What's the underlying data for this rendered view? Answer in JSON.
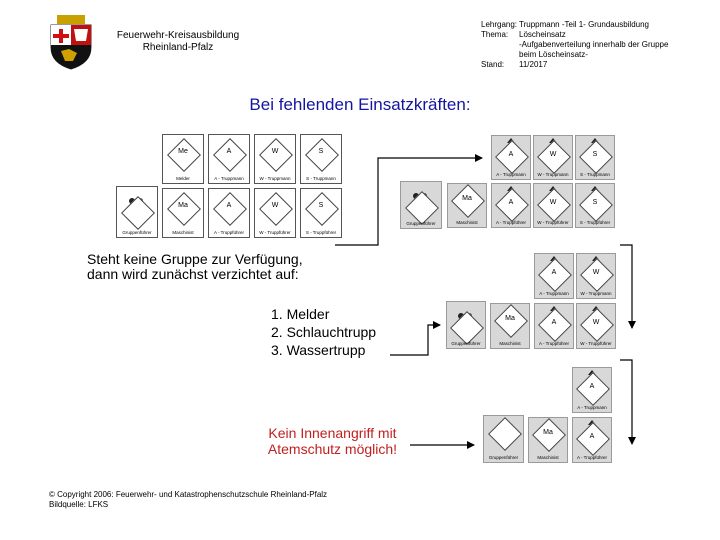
{
  "header": {
    "org_line1": "Feuerwehr-Kreisausbildung",
    "org_line2": "Rheinland-Pfalz",
    "lehrgang_key": "Lehrgang:",
    "lehrgang_value": "Truppmann -Teil 1- Grundausbildung",
    "thema_key": "Thema:",
    "thema_value": "Löscheinsatz\n-Aufgabenverteilung innerhalb der Gruppe\nbeim Löscheinsatz-",
    "stand_key": "Stand:",
    "stand_value": "11/2017"
  },
  "title": "Bei fehlenden Einsatzkräften:",
  "body": {
    "line1": "Steht keine Gruppe zur Verfügung,",
    "line2": "dann wird zunächst verzichtet auf:",
    "list": [
      "1. Melder",
      "2. Schlauchtrupp",
      "3. Wassertrupp"
    ],
    "warn_line1": "Kein Innenangriff mit",
    "warn_line2": "Atemschutz möglich!"
  },
  "footer": {
    "line1": "© Copyright 2006: Feuerwehr- und Katastrophenschutzschule Rheinland-Pfalz",
    "line2": "Bildquelle: LFKS"
  },
  "labels": {
    "melder": "Melder",
    "atm": "A - Truppmann",
    "wtm": "W - Truppmann",
    "stm": "S - Truppmann",
    "gf": "Gruppenführer",
    "ma": "Maschinist",
    "atf": "A - Truppführer",
    "wtf": "W - Truppführer",
    "stf": "S - Truppführer"
  },
  "codes": {
    "me": "Me",
    "a": "A",
    "w": "W",
    "s": "S",
    "ma": "Ma"
  },
  "colors": {
    "title": "#1515a0",
    "warn": "#c02020"
  }
}
